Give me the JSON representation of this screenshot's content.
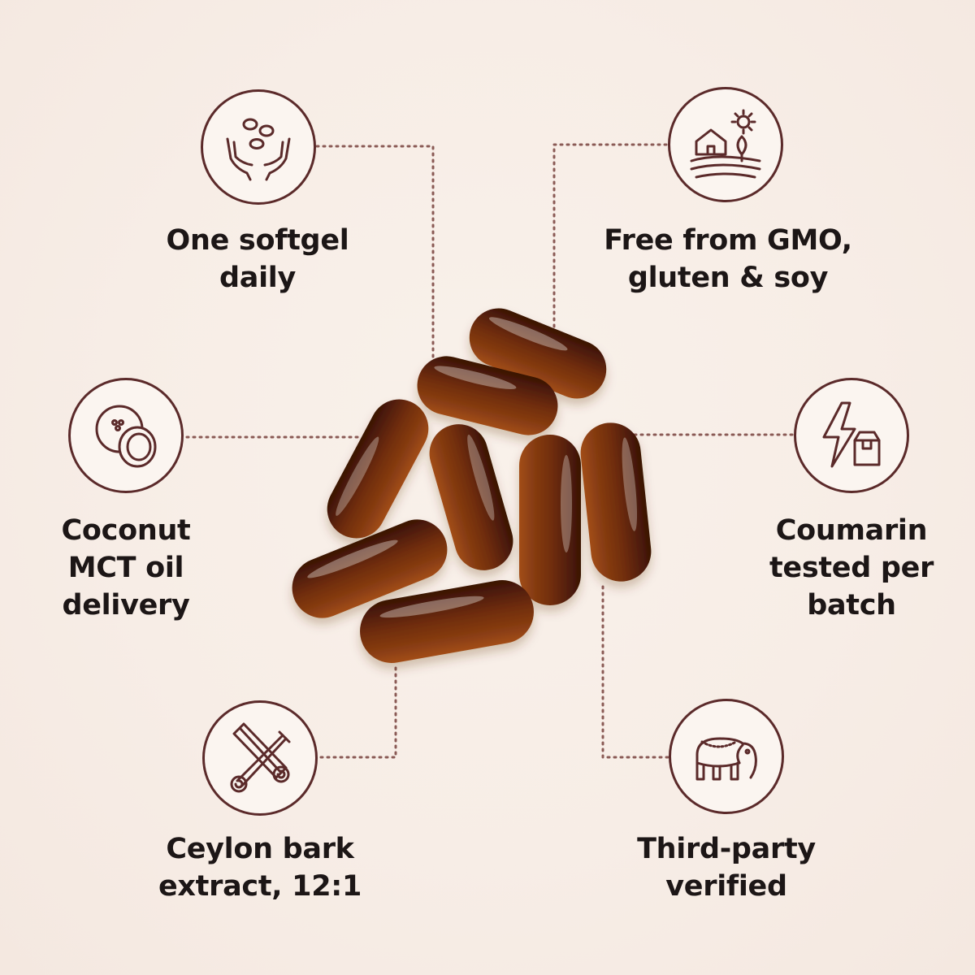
{
  "colors": {
    "icon_stroke": "#5b2a2a",
    "text": "#1c1616",
    "background": "#f7ede6",
    "capsule": "#6a2a10"
  },
  "features": [
    {
      "icon": "hands-holding-beans-icon",
      "lines": [
        "One softgel",
        "daily"
      ]
    },
    {
      "icon": "farmhouse-sun-leaf-icon",
      "lines": [
        "Free from GMO,",
        "gluten & soy"
      ]
    },
    {
      "icon": "coconut-icon",
      "lines": [
        "Coconut",
        "MCT oil",
        "delivery"
      ]
    },
    {
      "icon": "lightning-box-icon",
      "lines": [
        "Coumarin",
        "tested per",
        "batch"
      ]
    },
    {
      "icon": "cinnamon-sticks-icon",
      "lines": [
        "Ceylon bark",
        "extract, 12:1"
      ]
    },
    {
      "icon": "elephant-icon",
      "lines": [
        "Third-party",
        "verified"
      ]
    }
  ]
}
